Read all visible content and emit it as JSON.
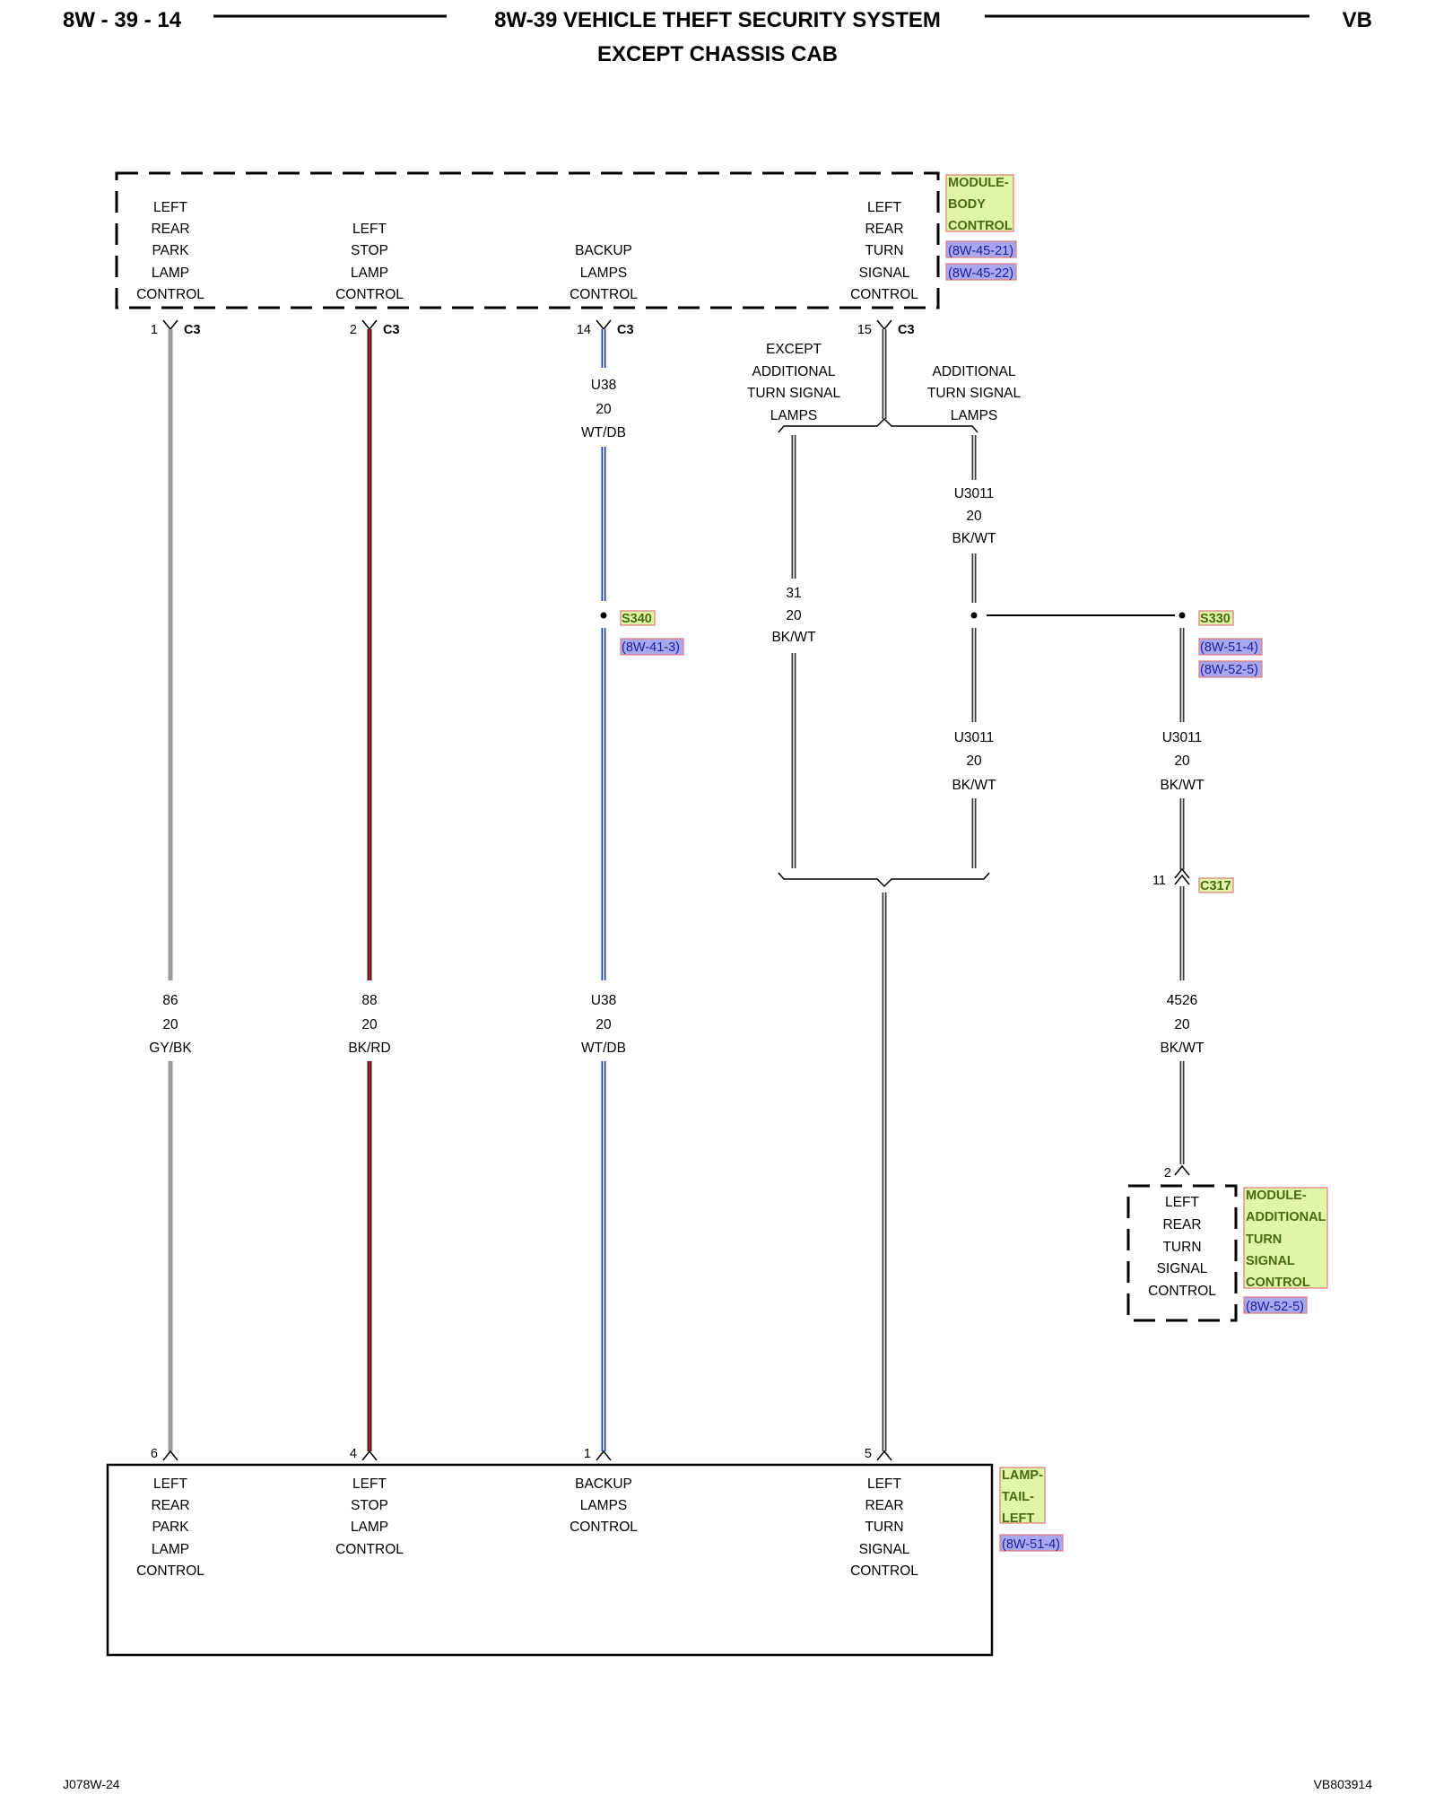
{
  "header": {
    "page_id": "8W - 39 - 14",
    "title_line1": "8W-39 VEHICLE THEFT SECURITY SYSTEM",
    "title_line2": "EXCEPT CHASSIS CAB",
    "code": "VB"
  },
  "footer": {
    "left": "J078W-24",
    "right": "VB803914"
  },
  "colors": {
    "gy_bk": "#9a9a9a",
    "bk_rd_black": "#2b2b2b",
    "bk_rd_red": "#c81818",
    "wt_db_blue": "#233f8f",
    "bk_wt": "#3a3a3a",
    "tag_fill": "#dff5a8",
    "ref_fill": "#a9a8ee"
  },
  "body_control_module": {
    "tag": [
      "MODULE-",
      "BODY",
      "CONTROL"
    ],
    "refs": [
      "(8W-45-21)",
      "(8W-45-22)"
    ],
    "functions": [
      [
        "LEFT",
        "REAR",
        "PARK",
        "LAMP",
        "CONTROL"
      ],
      [
        "LEFT",
        "STOP",
        "LAMP",
        "CONTROL"
      ],
      [
        "BACKUP",
        "LAMPS",
        "CONTROL"
      ],
      [
        "LEFT",
        "REAR",
        "TURN",
        "SIGNAL",
        "CONTROL"
      ]
    ],
    "pins": [
      "1",
      "2",
      "14",
      "15"
    ],
    "connector": "C3"
  },
  "variants": {
    "except": [
      "EXCEPT",
      "ADDITIONAL",
      "TURN SIGNAL",
      "LAMPS"
    ],
    "additional": [
      "ADDITIONAL",
      "TURN SIGNAL",
      "LAMPS"
    ]
  },
  "circuits": {
    "u38_top": [
      "U38",
      "20",
      "WT/DB"
    ],
    "c31": [
      "31",
      "20",
      "BK/WT"
    ],
    "u3011_top": [
      "U3011",
      "20",
      "BK/WT"
    ],
    "u3011_mid": [
      "U3011",
      "20",
      "BK/WT"
    ],
    "u3011_right": [
      "U3011",
      "20",
      "BK/WT"
    ],
    "c86": [
      "86",
      "20",
      "GY/BK"
    ],
    "c88": [
      "88",
      "20",
      "BK/RD"
    ],
    "u38_bottom": [
      "U38",
      "20",
      "WT/DB"
    ],
    "c4526": [
      "4526",
      "20",
      "BK/WT"
    ]
  },
  "splices": {
    "s340": {
      "name": "S340",
      "ref": "(8W-41-3)"
    },
    "s330": {
      "name": "S330",
      "refs": [
        "(8W-51-4)",
        "(8W-52-5)"
      ]
    }
  },
  "connector_c317": {
    "name": "C317",
    "pin": "11"
  },
  "turn_signal_module": {
    "pin": "2",
    "function": [
      "LEFT",
      "REAR",
      "TURN",
      "SIGNAL",
      "CONTROL"
    ],
    "tag": [
      "MODULE-",
      "ADDITIONAL",
      "TURN",
      "SIGNAL",
      "CONTROL"
    ],
    "ref": "(8W-52-5)"
  },
  "tail_lamp": {
    "pins": [
      "6",
      "4",
      "1",
      "5"
    ],
    "functions": [
      [
        "LEFT",
        "REAR",
        "PARK",
        "LAMP",
        "CONTROL"
      ],
      [
        "LEFT",
        "STOP",
        "LAMP",
        "CONTROL"
      ],
      [
        "BACKUP",
        "LAMPS",
        "CONTROL"
      ],
      [
        "LEFT",
        "REAR",
        "TURN",
        "SIGNAL",
        "CONTROL"
      ]
    ],
    "tag": [
      "LAMP-",
      "TAIL-",
      "LEFT"
    ],
    "ref": "(8W-51-4)"
  }
}
